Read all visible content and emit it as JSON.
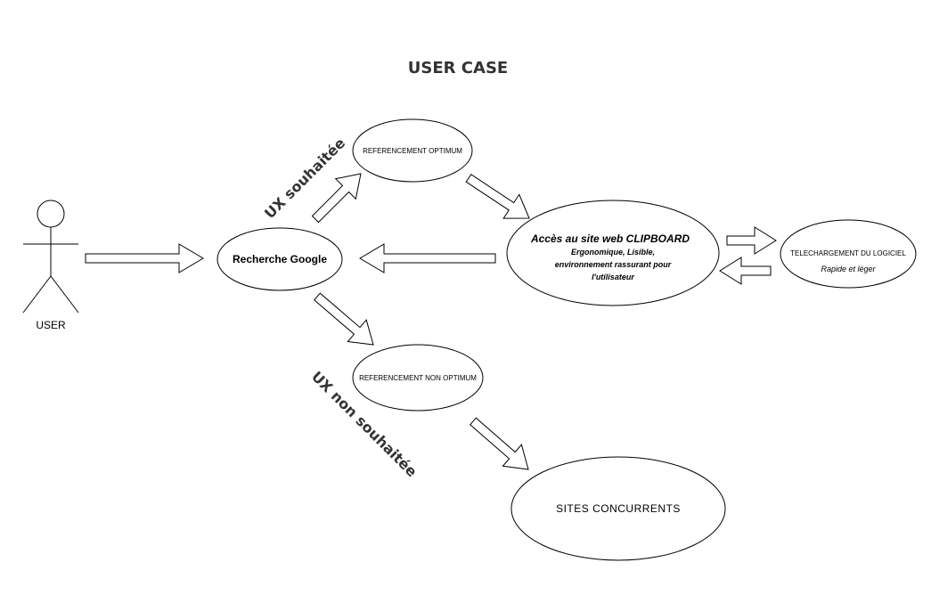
{
  "title": "USER CASE",
  "actor": {
    "label": "USER"
  },
  "nodes": {
    "recherche": {
      "label": "Recherche Google"
    },
    "ref_optimum": {
      "label": "REFERENCEMENT OPTIMUM"
    },
    "ref_non_optimum": {
      "label": "REFERENCEMENT NON OPTIMUM"
    },
    "acces": {
      "title": "Accès au site web CLIPBOARD",
      "line1": "Ergonomique, Lisible,",
      "line2": "environnement rassurant pour",
      "line3": "l'utilisateur"
    },
    "telechargement": {
      "title": "TELECHARGEMENT DU LOGICIEL",
      "subtitle": "Rapide et léger"
    },
    "concurrents": {
      "label": "SITES CONCURRENTS"
    }
  },
  "edge_labels": {
    "ux_souhaitee": "UX souhaitée",
    "ux_non_souhaitee": "UX non souhaitée"
  },
  "colors": {
    "stroke": "#000000",
    "fill": "#ffffff",
    "title": "#333333"
  }
}
